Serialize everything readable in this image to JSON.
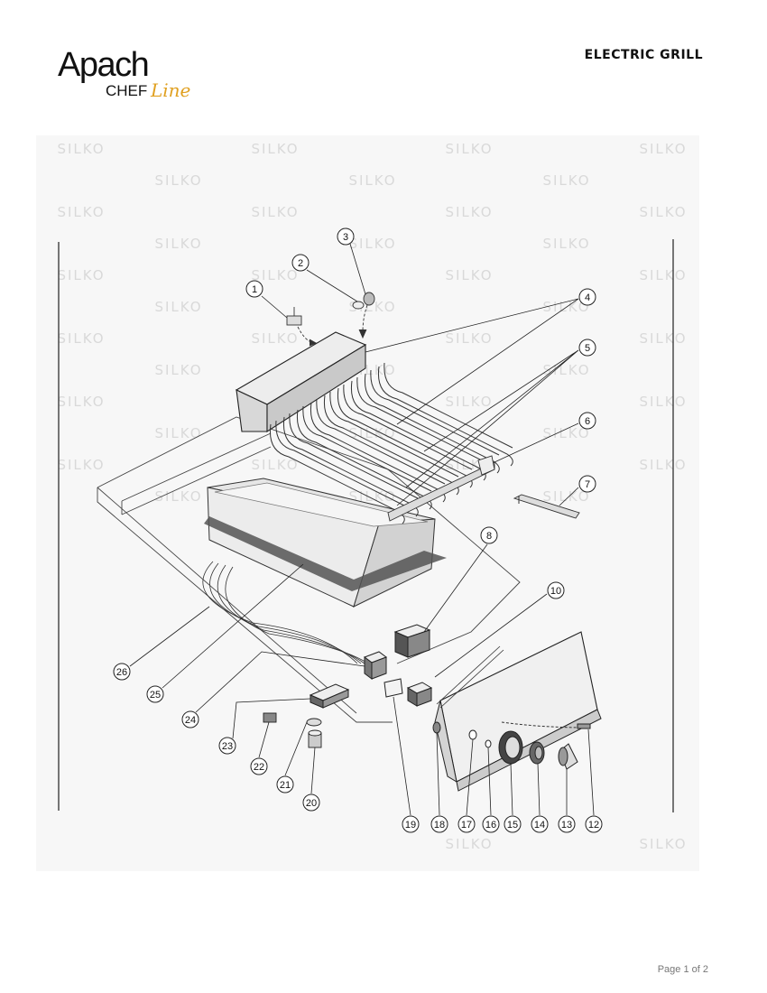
{
  "brand": {
    "name": "Apach",
    "sub_chef": "CHEF",
    "sub_line": "Line"
  },
  "document": {
    "title": "ELECTRIC GRILL",
    "page_label": "Page 1 of 2"
  },
  "watermark": {
    "text": "SILKO"
  },
  "callouts": [
    "1",
    "2",
    "3",
    "4",
    "5",
    "6",
    "7",
    "8",
    "10",
    "12",
    "13",
    "14",
    "15",
    "16",
    "17",
    "18",
    "19",
    "20",
    "21",
    "22",
    "23",
    "24",
    "25",
    "26"
  ]
}
